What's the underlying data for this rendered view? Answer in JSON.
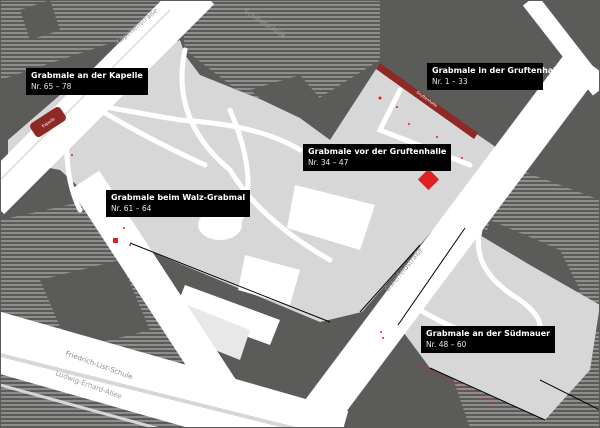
{
  "colors": {
    "background": "#5b5b59",
    "hatch": "#8d8d8b",
    "park": "#d7d7d7",
    "road": "#ffffff",
    "crypt_hall": "#8e2a26",
    "marker": "#e02020",
    "label_bg": "#000000"
  },
  "labels": [
    {
      "title": "Grabmale an der Kapelle",
      "range": "Nr. 65 – 78"
    },
    {
      "title": "Grabmale beim Walz-Grabmal",
      "range": "Nr. 61 – 64"
    },
    {
      "title": "Grabmale in der Gruftenhalle",
      "range": "Nr. 1 – 33"
    },
    {
      "title": "Grabmale vor der Gruftenhalle",
      "range": "Nr. 34 – 47"
    },
    {
      "title": "Grabmale an der Südmauer",
      "range": "Nr. 48 – 60"
    }
  ],
  "streets": {
    "kapellenstrasse": "Kapellenstraße",
    "schillerschule": "Schillerschule",
    "osterfeldstrasse": "Osterfeldstraße",
    "friedrich_list_schule": "Friedrich-List-Schule",
    "ludwig_erhard_allee": "Ludwig-Erhard-Allee"
  },
  "buildings": {
    "kapelle": "Kapelle",
    "gruftenhalle": "Gruftenhalle"
  }
}
